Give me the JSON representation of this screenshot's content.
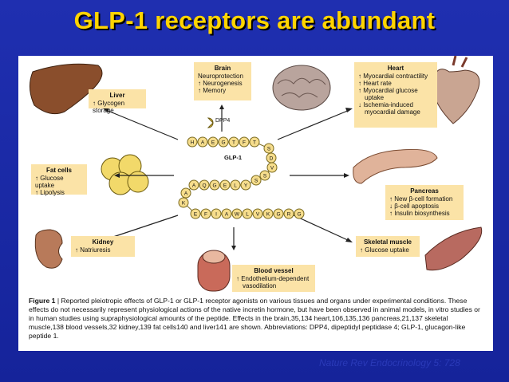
{
  "slide": {
    "title": "GLP-1 receptors are abundant",
    "citation": "Nature Rev Endocrinology 5: 728"
  },
  "center": {
    "label": "GLP-1",
    "dpp4_label": "DPP4",
    "sequence": [
      "H",
      "A",
      "E",
      "G",
      "T",
      "F",
      "T",
      "S",
      "D",
      "V",
      "S",
      "S",
      "Y",
      "L",
      "E",
      "G",
      "Q",
      "A",
      "A",
      "K",
      "E",
      "F",
      "I",
      "A",
      "W",
      "L",
      "V",
      "K",
      "G",
      "R",
      "G"
    ]
  },
  "boxes": {
    "brain": {
      "title": "Brain",
      "lines": [
        "Neuroprotection",
        "↑ Neurogenesis",
        "↑ Memory"
      ]
    },
    "heart": {
      "title": "Heart",
      "lines": [
        "↑ Myocardial contractility",
        "↑ Heart rate",
        "↑ Myocardial glucose",
        "uptake",
        "↓ Ischemia-induced",
        "myocardial damage"
      ]
    },
    "liver": {
      "title": "Liver",
      "lines": [
        "↑ Glycogen storage"
      ]
    },
    "fat": {
      "title": "Fat cells",
      "lines": [
        "↑ Glucose uptake",
        "↑ Lipolysis"
      ]
    },
    "pancreas": {
      "title": "Pancreas",
      "lines": [
        "↑ New β-cell formation",
        "↓ β-cell apoptosis",
        "↑ Insulin biosynthesis"
      ]
    },
    "kidney": {
      "title": "Kidney",
      "lines": [
        "↑ Natriuresis"
      ]
    },
    "muscle": {
      "title": "Skeletal muscle",
      "lines": [
        "↑ Glucose uptake"
      ]
    },
    "vessel": {
      "title": "Blood vessel",
      "lines": [
        "↑ Endothelium-dependent",
        "vasodilation"
      ]
    }
  },
  "caption": {
    "figure_label": "Figure 1",
    "text": " | Reported pleiotropic effects of GLP-1 or GLP-1 receptor agonists on various tissues and organs under experimental conditions. These effects do not necessarily represent physiological actions of the native incretin hormone, but have been observed in animal models, in vitro studies or in human studies using supraphysiological amounts of the peptide. Effects in the brain,35,134 heart,106,135,136 pancreas,21,137 skeletal muscle,138 blood vessels,32 kidney,139 fat cells140 and liver141 are shown. Abbreviations: DPP4, dipeptidyl peptidase 4; GLP-1, glucagon-like peptide 1."
  },
  "colors": {
    "background": "#1f2fb0",
    "title": "#ffd400",
    "box_fill": "#fbe3a7",
    "bead_fill": "#f6dd8c",
    "citation": "#2a3ab8"
  }
}
